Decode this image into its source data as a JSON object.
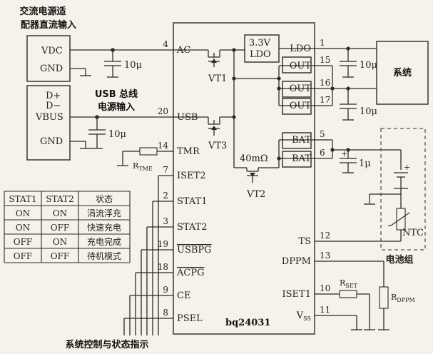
{
  "labels": {
    "ac_adapter_line1": "交流电源适",
    "ac_adapter_line2": "配器直流输入",
    "usb_line1": "USB 总线",
    "usb_line2": "电源输入",
    "system": "系统",
    "battery_pack": "电池组",
    "footer": "系统控制与状态指示",
    "chip_name": "bq24031",
    "ldo_line1": "3.3V",
    "ldo_line2": "LDO",
    "vdc": "VDC",
    "gnd1": "GND",
    "dplus": "D+",
    "dminus": "D−",
    "vbus": "VBUS",
    "gnd2": "GND",
    "vt1": "VT1",
    "vt2": "VT2",
    "vt3": "VT3",
    "r40m": "40mΩ",
    "ntc": "NTC",
    "cap_ac": "10μ",
    "cap_usb": "10μ",
    "cap_ldo": "10μ",
    "cap_out": "10μ",
    "cap_bat": "1μ",
    "rtme": "R",
    "rtme_sub": "TME",
    "rset": "R",
    "rset_sub": "SET",
    "rdppm": "R",
    "rdppm_sub": "DPPM",
    "plus": "+",
    "bat_plus": "+"
  },
  "pins_left": [
    {
      "num": "4",
      "name": "AC"
    },
    {
      "num": "20",
      "name": "USB"
    },
    {
      "num": "14",
      "name": "TMR"
    },
    {
      "num": "7",
      "name": "ISET2"
    },
    {
      "num": "2",
      "name": "STAT1"
    },
    {
      "num": "3",
      "name": "STAT2"
    },
    {
      "num": "19",
      "name": "USBPG"
    },
    {
      "num": "18",
      "name": "ACPG"
    },
    {
      "num": "9",
      "name": "CE"
    },
    {
      "num": "8",
      "name": "PSEL"
    }
  ],
  "pins_right": [
    {
      "num": "1",
      "name": "LDO"
    },
    {
      "num": "15",
      "name": "OUT"
    },
    {
      "num": "16",
      "name": "OUT"
    },
    {
      "num": "17",
      "name": "OUT"
    },
    {
      "num": "5",
      "name": "BAT"
    },
    {
      "num": "6",
      "name": "BAT"
    },
    {
      "num": "12",
      "name": "TS"
    },
    {
      "num": "13",
      "name": "DPPM"
    },
    {
      "num": "10",
      "name": "ISET1"
    },
    {
      "num": "11",
      "name": "V",
      "sub": "SS"
    }
  ],
  "status_table": {
    "headers": [
      "STAT1",
      "STAT2",
      "状态"
    ],
    "rows": [
      [
        "ON",
        "ON",
        "涓流浮充"
      ],
      [
        "ON",
        "OFF",
        "快速充电"
      ],
      [
        "OFF",
        "ON",
        "充电完成"
      ],
      [
        "OFF",
        "OFF",
        "待机模式"
      ]
    ]
  }
}
